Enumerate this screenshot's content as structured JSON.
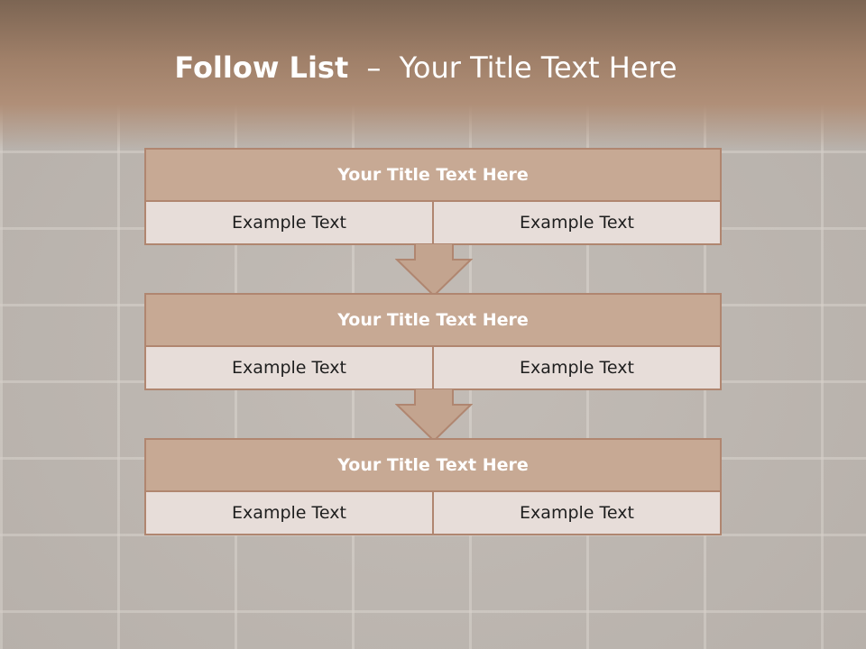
{
  "slide": {
    "title_bold": "Follow List",
    "title_separator": "–",
    "title_rest": "Your Title Text Here"
  },
  "blocks": [
    {
      "title": "Your Title Text Here",
      "left": "Example Text",
      "right": "Example Text"
    },
    {
      "title": "Your Title Text Here",
      "left": "Example Text",
      "right": "Example Text"
    },
    {
      "title": "Your Title Text Here",
      "left": "Example Text",
      "right": "Example Text"
    }
  ],
  "colors": {
    "accent": "#c7a994",
    "border": "#b08670",
    "cell_bg": "#e7ddd9",
    "header_band": "#a08069"
  }
}
